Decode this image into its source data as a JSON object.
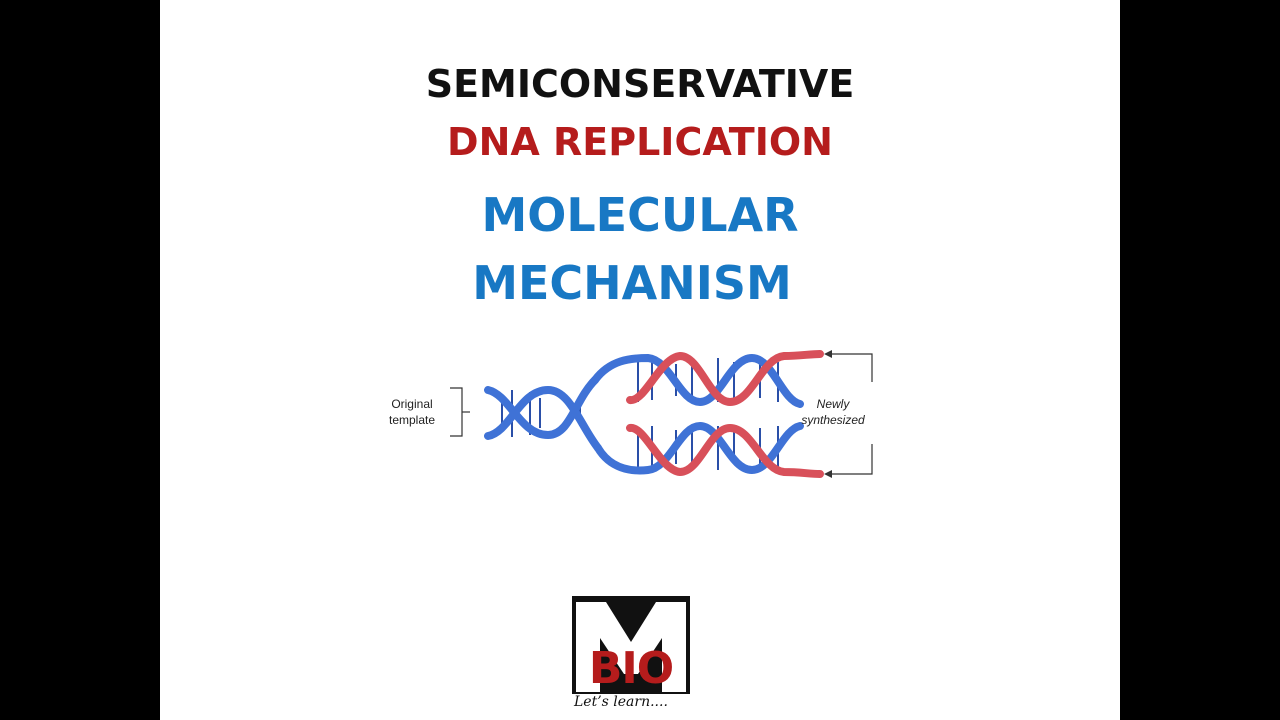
{
  "slide": {
    "title_line1": "SEMICONSERVATIVE",
    "title_line2": "DNA REPLICATION",
    "title_line3": "MOLECULAR",
    "title_line4": "MECHANISM"
  },
  "diagram": {
    "label_original_line1": "Original",
    "label_original_line2": "template",
    "label_new_line1": "Newly",
    "label_new_line2": "synthesized",
    "colors": {
      "original_strand": "#3f72d6",
      "new_strand": "#d8505a",
      "rungs": "#2a4fa8"
    }
  },
  "logo": {
    "letter_top": "M",
    "letters_bottom": "BIO",
    "tagline": "Let’s learn....",
    "colors": {
      "block": "#111111",
      "bio": "#b51c1c"
    }
  }
}
